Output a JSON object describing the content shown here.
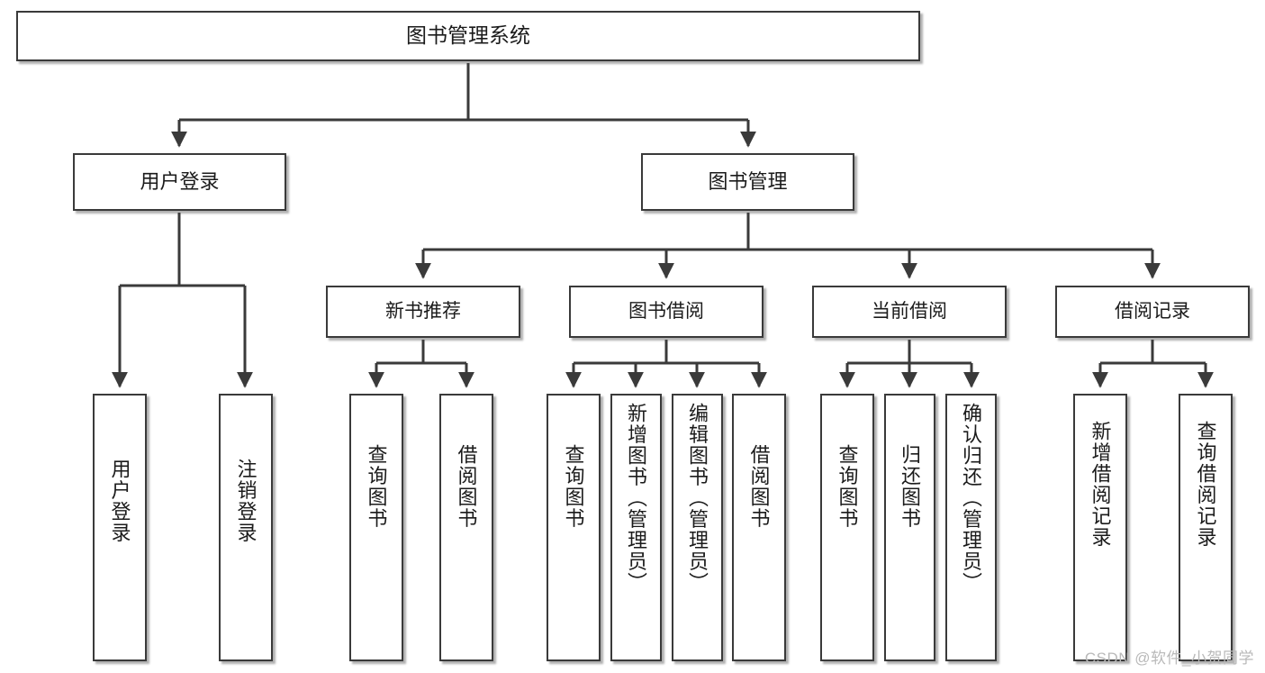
{
  "diagram": {
    "type": "tree-hierarchy",
    "title": "图书管理系统",
    "orientation": "top-down",
    "colors": {
      "box_border": "#3a3a3a",
      "box_fill": "#ffffff",
      "connector": "#3a3a3a",
      "watermark": "#b9b9b9",
      "background": "#ffffff"
    }
  },
  "nodes": {
    "root": {
      "label": "图书管理系统"
    },
    "level2": [
      {
        "id": "user-login",
        "label": "用户登录"
      },
      {
        "id": "book-manage",
        "label": "图书管理"
      }
    ],
    "level3": [
      {
        "id": "new-book-recommend",
        "label": "新书推荐"
      },
      {
        "id": "book-borrow",
        "label": "图书借阅"
      },
      {
        "id": "current-borrow",
        "label": "当前借阅"
      },
      {
        "id": "borrow-record",
        "label": "借阅记录"
      }
    ],
    "leaves": {
      "user-login": [
        {
          "id": "leaf-user-login",
          "label": "用户登录"
        },
        {
          "id": "leaf-logout-login",
          "label": "注销登录"
        }
      ],
      "new-book-recommend": [
        {
          "id": "leaf-query-book-1",
          "label": "查询图书"
        },
        {
          "id": "leaf-borrow-book-1",
          "label": "借阅图书"
        }
      ],
      "book-borrow": [
        {
          "id": "leaf-query-book-2",
          "label": "查询图书"
        },
        {
          "id": "leaf-add-book",
          "label": "新增图书（管理员）"
        },
        {
          "id": "leaf-edit-book",
          "label": "编辑图书（管理员）"
        },
        {
          "id": "leaf-borrow-book-2",
          "label": "借阅图书"
        }
      ],
      "current-borrow": [
        {
          "id": "leaf-query-book-3",
          "label": "查询图书"
        },
        {
          "id": "leaf-return-book",
          "label": "归还图书"
        },
        {
          "id": "leaf-confirm-return",
          "label": "确认归还（管理员）"
        }
      ],
      "borrow-record": [
        {
          "id": "leaf-add-record",
          "label": "新增借阅记录"
        },
        {
          "id": "leaf-query-record",
          "label": "查询借阅记录"
        }
      ]
    }
  },
  "watermark": {
    "text": "CSDN @软件_小贺同学"
  }
}
